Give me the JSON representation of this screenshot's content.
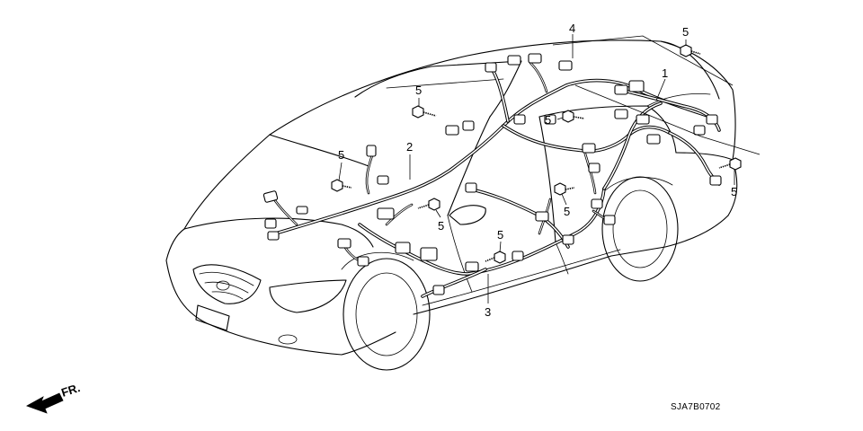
{
  "callouts": {
    "harness_1": "1",
    "harness_2": "2",
    "harness_3": "3",
    "part_4": "4",
    "bolt_label": "5"
  },
  "front_indicator": "FR.",
  "diagram_code": "SJA7B0702"
}
